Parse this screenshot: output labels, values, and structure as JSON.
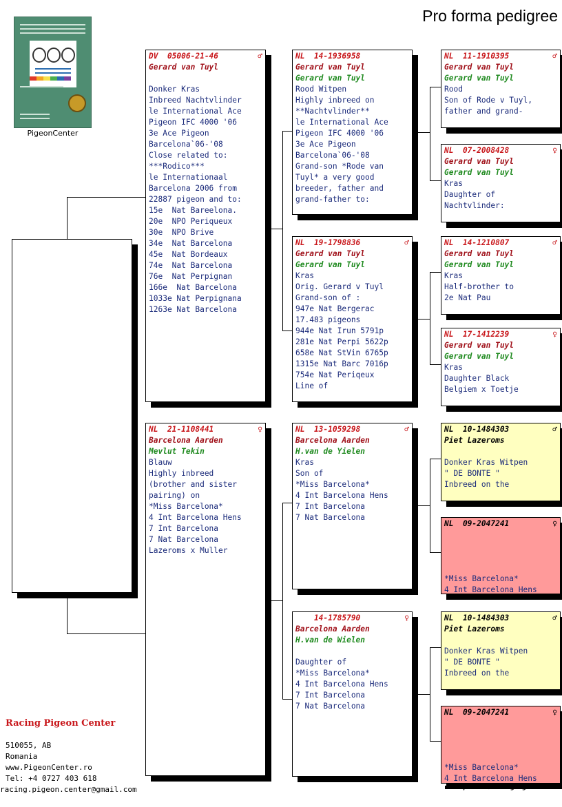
{
  "title": "Pro forma pedigree",
  "logo": {
    "caption": "PigeonCenter"
  },
  "footer": {
    "name": "Racing Pigeon Center",
    "lines": [
      "510055, AB",
      "Romania",
      "www.PigeonCenter.ro",
      "Tel: +4 0727 403 618",
      "racing.pigeon.center@gmail.com"
    ]
  },
  "copyright": "Compuclub © Racing Pigeon Center",
  "colors": {
    "ring_red": "#c8161a",
    "owner_green": "#1f8a1f",
    "text_blue": "#1a2a7a",
    "cell_yellow": "#ffffc0",
    "cell_pink": "#ff9a9a"
  },
  "cards": [
    {
      "ring": "DV  05006-21-46",
      "sex": "♂",
      "bred": "Gerard van Tuyl",
      "owner": "",
      "blank_after_owner": true,
      "lines": [
        "Donker Kras",
        "Inbreed Nachtvlinder",
        "le International Ace",
        "Pigeon IFC 4000 '06",
        "3e Ace Pigeon",
        "Barcelona`06-'08",
        "Close related to:",
        "***Rodico***",
        "le Internationaal",
        "Barcelona 2006 from",
        "22887 pigeon and to:",
        "15e  Nat Bareelona.",
        "20e  NPO Periqueux",
        "30e  NPO Brive",
        "34e  Nat Barcelona",
        "45e  Nat Bordeaux",
        "74e  Nat Barcelona",
        "76e  Nat Perpignan",
        "166e  Nat Barcelona",
        "1033e Nat Perpignana",
        "1263e Nat Barcelona"
      ]
    },
    {
      "ring": "NL  21-1108441",
      "sex": "♀",
      "bred": "Barcelona Aarden",
      "owner": "Mevlut Tekin",
      "lines": [
        "Blauw",
        "Highly inbreed",
        "(brother and sister",
        "pairing) on",
        "*Miss Barcelona*",
        "4 Int Barcelona Hens",
        "7 Int Barcelona",
        "7 Nat Barcelona",
        "Lazeroms x Muller"
      ]
    },
    {
      "ring": "NL  14-1936958",
      "sex": "",
      "bred": "Gerard van Tuyl",
      "owner": "Gerard van Tuyl",
      "lines": [
        "Rood Witpen",
        "Highly inbreed on",
        "**Nachtvlinder**",
        "le International Ace",
        "Pigeon IFC 4000 '06",
        "3e Ace Pigeon",
        "Barcelona`06-'08",
        "Grand-son *Rode van",
        "Tuyl* a very good",
        "breeder, father and",
        "grand-father to:"
      ]
    },
    {
      "ring": "NL  19-1798836",
      "sex": "♂",
      "bred": "Gerard van Tuyl",
      "owner": "Gerard van Tuyl",
      "lines": [
        "Kras",
        "Orig. Gerard v Tuyl",
        "Grand-son of :",
        "947e Nat Bergerac",
        "17.483 pigeons",
        "944e Nat Irun 5791p",
        "281e Nat Perpi 5622p",
        "658e Nat StVin 6765p",
        "1315e Nat Barc 7016p",
        "754e Nat Periqeux",
        "Line of"
      ]
    },
    {
      "ring": "NL  13-1059298",
      "sex": "♂",
      "bred": "Barcelona Aarden",
      "owner": "H.van de Yielen",
      "lines": [
        "Kras",
        "Son of",
        "*Miss Barcelona*",
        "4 Int Barcelona Hens",
        "7 Int Barcelona",
        "7 Nat Barcelona"
      ]
    },
    {
      "ring": "    14-1785790",
      "sex": "♀",
      "bred": "Barcelona Aarden",
      "owner": "H.van de Wielen",
      "blank_after_owner": true,
      "lines": [
        "Daughter of",
        "*Miss Barcelona*",
        "4 Int Barcelona Hens",
        "7 Int Barcelona",
        "7 Nat Barcelona"
      ]
    },
    {
      "ring": "NL  11-1910395",
      "sex": "♂",
      "bred": "Gerard van Tuyl",
      "owner": "Gerard van Tuyl",
      "lines": [
        "Rood",
        "Son of Rode v Tuyl,",
        "father and grand-"
      ]
    },
    {
      "ring": "NL  07-2008428",
      "sex": "♀",
      "bred": "Gerard van Tuyl",
      "owner": "Gerard van Tuyl",
      "lines": [
        "Kras",
        "Daughter of",
        "Nachtvlinder:"
      ]
    },
    {
      "ring": "NL  14-1210807",
      "sex": "♂",
      "bred": "Gerard van Tuyl",
      "owner": "Gerard van Tuyl",
      "lines": [
        "Kras",
        "Half-brother to",
        "2e Nat Pau"
      ]
    },
    {
      "ring": "NL  17-1412239",
      "sex": "♀",
      "bred": "Gerard van Tuyl",
      "owner": "Gerard van Tuyl",
      "lines": [
        "Kras",
        "Daughter Black",
        "Belgiem x Toetje"
      ]
    },
    {
      "ring": "NL  10-1484303",
      "sex": "♂",
      "bred": "Piet Lazeroms",
      "owner": "",
      "blank_after_owner": true,
      "lines": [
        "Donker Kras Witpen",
        "\" DE BONTE \"",
        "Inbreed on the"
      ]
    },
    {
      "ring": "NL  09-2047241",
      "sex": "♀",
      "bred": "",
      "owner": "",
      "blank_after_owner": true,
      "lines": [
        "",
        "",
        "*Miss Barcelona*",
        "4 Int Barcelona Hens"
      ]
    },
    {
      "ring": "NL  10-1484303",
      "sex": "♂",
      "bred": "Piet Lazeroms",
      "owner": "",
      "blank_after_owner": true,
      "lines": [
        "Donker Kras Witpen",
        "\" DE BONTE \"",
        "Inbreed on the"
      ]
    },
    {
      "ring": "NL  09-2047241",
      "sex": "♀",
      "bred": "",
      "owner": "",
      "blank_after_owner": true,
      "lines": [
        "",
        "",
        "*Miss Barcelona*",
        "4 Int Barcelona Hens"
      ]
    }
  ]
}
